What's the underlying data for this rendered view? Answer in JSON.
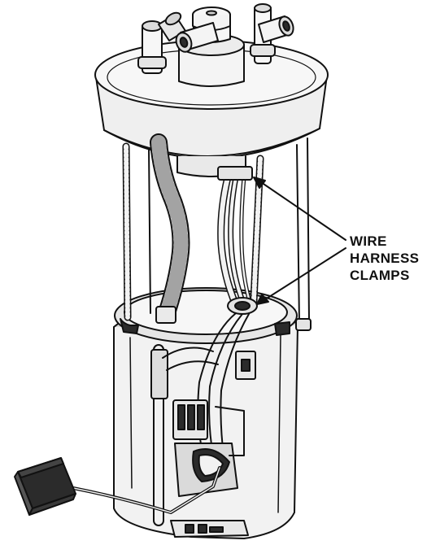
{
  "callout": {
    "lines": [
      "WIRE",
      "HARNESS",
      "CLAMPS"
    ]
  },
  "colors": {
    "ink": "#111111",
    "body_fill": "#f2f2f2",
    "shade_fill": "#cfcfcf",
    "dark_fill": "#2b2b2b"
  }
}
